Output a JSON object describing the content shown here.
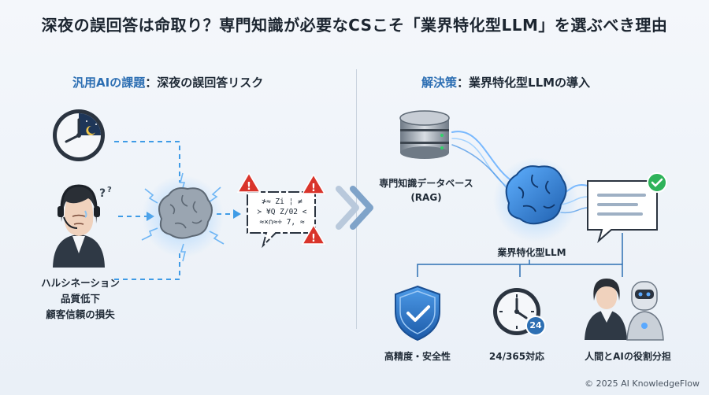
{
  "title": "深夜の誤回答は命取り？専門知識が必要なCSこそ「業界特化型LLM」を選ぶべき理由",
  "left_section": {
    "heading_accent": "汎用AIの課題",
    "heading_rest": "：深夜の誤回答リスク",
    "garbled_lines": [
      "≯≈ Zi ¦ ≠",
      "≻ ¥Q Z/02 <",
      "≈×∩≈÷ 7, ≈"
    ],
    "issues": [
      "ハルシネーション",
      "品質低下",
      "顧客信頼の損失"
    ]
  },
  "right_section": {
    "heading_accent": "解決策",
    "heading_rest": "：業界特化型LLMの導入",
    "database_label_1": "専門知識データベース",
    "database_label_2": "(RAG)",
    "llm_label": "業界特化型LLM",
    "benefits": [
      {
        "label": "高精度・安全性",
        "icon": "shield-check-icon"
      },
      {
        "label": "24/365対応",
        "icon": "clock-24-icon",
        "badge": "24"
      },
      {
        "label": "人間とAIの役割分担",
        "icon": "human-robot-icon"
      }
    ]
  },
  "copyright": "© 2025 AI KnowledgeFlow",
  "colors": {
    "accent": "#2d6fb3",
    "alert": "#d9342b",
    "check": "#2fb35a",
    "glow": "#5aa9ff"
  }
}
